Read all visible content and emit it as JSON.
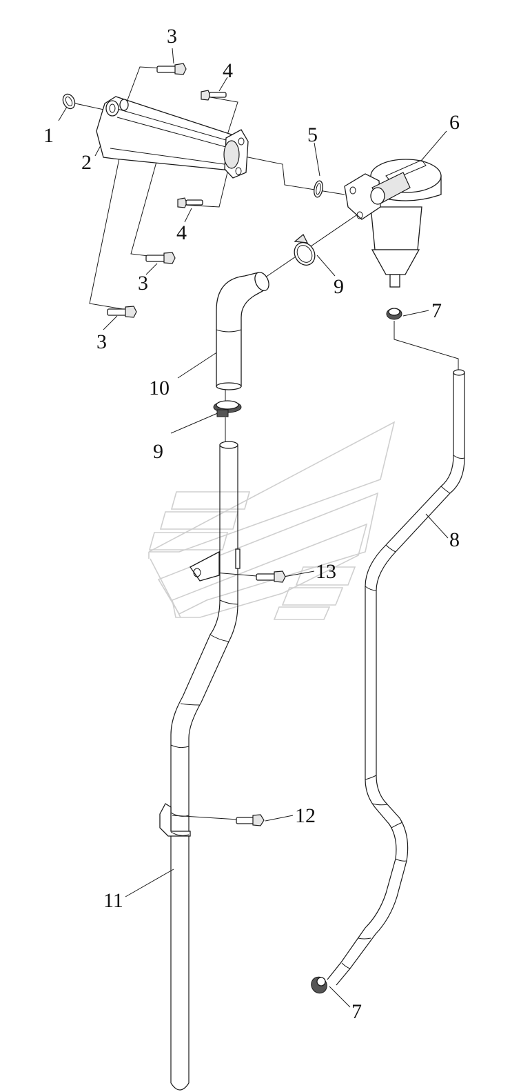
{
  "diagram": {
    "labels": {
      "l1": "1",
      "l2": "2",
      "l3a": "3",
      "l3b": "3",
      "l3c": "3",
      "l4a": "4",
      "l4b": "4",
      "l5": "5",
      "l6": "6",
      "l7a": "7",
      "l7b": "7",
      "l8": "8",
      "l9a": "9",
      "l9b": "9",
      "l10": "10",
      "l11": "11",
      "l12": "12",
      "l13": "13"
    }
  }
}
